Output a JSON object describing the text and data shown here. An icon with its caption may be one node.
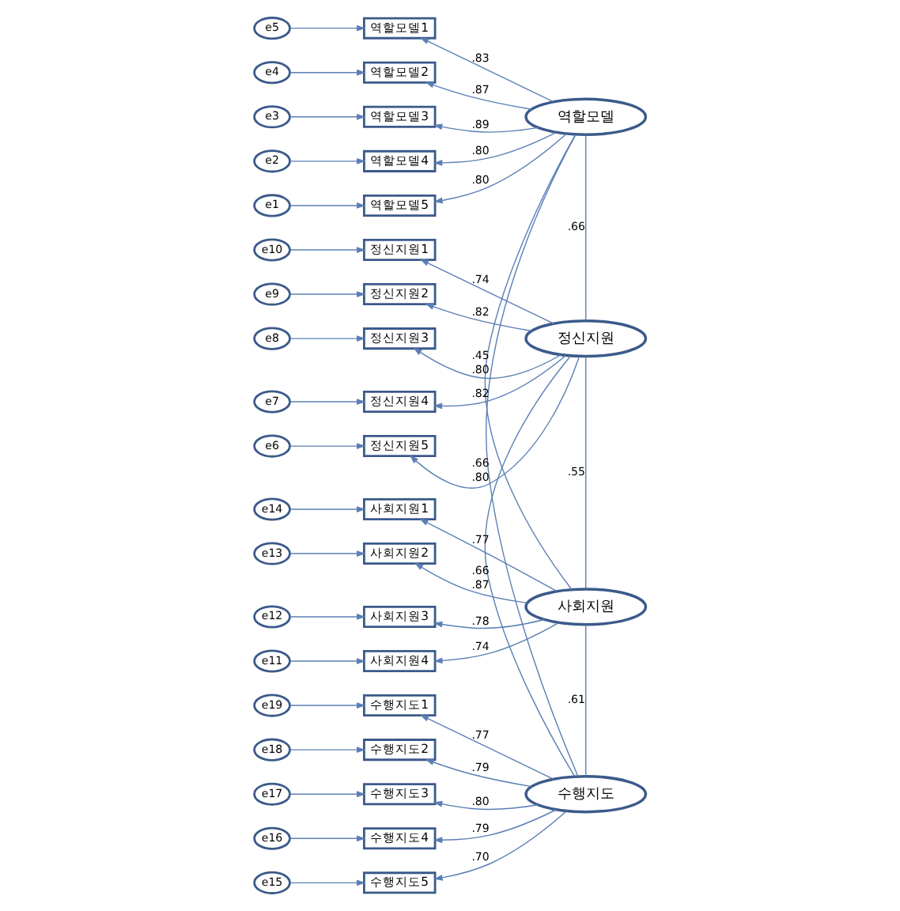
{
  "diagram": {
    "nodes": [
      {
        "text": [
          "e5"
        ]
      },
      {
        "text": [
          "역할모델1"
        ]
      },
      {
        "text": [
          "e4"
        ]
      },
      {
        "text": [
          "역할모델2"
        ]
      },
      {
        "text": [
          "e3"
        ]
      },
      {
        "text": [
          "역할모델3"
        ]
      },
      {
        "text": [
          "e2"
        ]
      },
      {
        "text": [
          "역할모델4"
        ]
      },
      {
        "text": [
          "e1"
        ]
      },
      {
        "text": [
          "역할모델5"
        ]
      },
      {
        "text": [
          "역할모델"
        ]
      },
      {
        "text": [
          "e10"
        ]
      },
      {
        "text": [
          "정신지원1"
        ]
      },
      {
        "text": [
          "e9"
        ]
      },
      {
        "text": [
          "정신지원2"
        ]
      },
      {
        "text": [
          "e8"
        ]
      },
      {
        "text": [
          "정신지원3"
        ]
      },
      {
        "text": [
          "e7"
        ]
      },
      {
        "text": [
          "정신지원4"
        ]
      },
      {
        "text": [
          "e6"
        ]
      },
      {
        "text": [
          "정신지원5"
        ]
      },
      {
        "text": [
          "정신지원"
        ]
      },
      {
        "text": [
          "e14"
        ]
      },
      {
        "text": [
          "사회지원1"
        ]
      },
      {
        "text": [
          "e13"
        ]
      },
      {
        "text": [
          "사회지원2"
        ]
      },
      {
        "text": [
          "e12"
        ]
      },
      {
        "text": [
          "사회지원3"
        ]
      },
      {
        "text": [
          "e11"
        ]
      },
      {
        "text": [
          "사회지원4"
        ]
      },
      {
        "text": [
          "사회지원"
        ]
      },
      {
        "text": [
          "e19"
        ]
      },
      {
        "text": [
          "수행지도1"
        ]
      },
      {
        "text": [
          "e18"
        ]
      },
      {
        "text": [
          "수행지도2"
        ]
      },
      {
        "text": [
          "e17"
        ]
      },
      {
        "text": [
          "수행지도3"
        ]
      },
      {
        "text": [
          "e16"
        ]
      },
      {
        "text": [
          "수행지도4"
        ]
      },
      {
        "text": [
          "e15"
        ]
      },
      {
        "text": [
          "수행지도5"
        ]
      },
      {
        "text": [
          "수행지도"
        ]
      }
    ],
    "edges": [
      {
        "from": 0,
        "to": 1,
        "arrow": "to"
      },
      {
        "from": 2,
        "to": 3,
        "arrow": "to"
      },
      {
        "from": 4,
        "to": 5,
        "arrow": "to"
      },
      {
        "from": 6,
        "to": 7,
        "arrow": "to"
      },
      {
        "from": 8,
        "to": 9,
        "arrow": "to"
      },
      {
        "from": 10,
        "to": 1,
        "arrow": "to",
        "label": ".83"
      },
      {
        "from": 10,
        "to": 3,
        "arrow": "to",
        "label": ".87"
      },
      {
        "from": 10,
        "to": 5,
        "arrow": "to",
        "label": ".89"
      },
      {
        "from": 10,
        "to": 7,
        "arrow": "to",
        "label": ".80"
      },
      {
        "from": 10,
        "to": 9,
        "arrow": "to",
        "label": ".80"
      },
      {
        "from": 11,
        "to": 12,
        "arrow": "to"
      },
      {
        "from": 13,
        "to": 14,
        "arrow": "to"
      },
      {
        "from": 15,
        "to": 16,
        "arrow": "to"
      },
      {
        "from": 17,
        "to": 18,
        "arrow": "to"
      },
      {
        "from": 19,
        "to": 20,
        "arrow": "to"
      },
      {
        "from": 21,
        "to": 12,
        "arrow": "to",
        "label": ".74"
      },
      {
        "from": 21,
        "to": 14,
        "arrow": "to",
        "label": ".82"
      },
      {
        "from": 21,
        "to": 16,
        "arrow": "to",
        "label": ".80"
      },
      {
        "from": 21,
        "to": 18,
        "arrow": "to",
        "label": ".82"
      },
      {
        "from": 21,
        "to": 20,
        "arrow": "to",
        "label": ".80"
      },
      {
        "from": 22,
        "to": 23,
        "arrow": "to"
      },
      {
        "from": 24,
        "to": 25,
        "arrow": "to"
      },
      {
        "from": 26,
        "to": 27,
        "arrow": "to"
      },
      {
        "from": 28,
        "to": 29,
        "arrow": "to"
      },
      {
        "from": 30,
        "to": 23,
        "arrow": "to",
        "label": ".77"
      },
      {
        "from": 30,
        "to": 25,
        "arrow": "to",
        "label": ".87"
      },
      {
        "from": 30,
        "to": 27,
        "arrow": "to",
        "label": ".78"
      },
      {
        "from": 30,
        "to": 29,
        "arrow": "to",
        "label": ".74"
      },
      {
        "from": 31,
        "to": 32,
        "arrow": "to"
      },
      {
        "from": 33,
        "to": 34,
        "arrow": "to"
      },
      {
        "from": 35,
        "to": 36,
        "arrow": "to"
      },
      {
        "from": 37,
        "to": 38,
        "arrow": "to"
      },
      {
        "from": 39,
        "to": 40,
        "arrow": "to"
      },
      {
        "from": 41,
        "to": 32,
        "arrow": "to",
        "label": ".77"
      },
      {
        "from": 41,
        "to": 34,
        "arrow": "to",
        "label": ".79"
      },
      {
        "from": 41,
        "to": 36,
        "arrow": "to",
        "label": ".80"
      },
      {
        "from": 41,
        "to": 38,
        "arrow": "to",
        "label": ".79"
      },
      {
        "from": 41,
        "to": 40,
        "arrow": "to",
        "label": ".70"
      },
      {
        "from": 10,
        "to": 21,
        "arrow": "none",
        "label": ".66"
      },
      {
        "from": 10,
        "to": 30,
        "arrow": "none",
        "label": ".45"
      },
      {
        "from": 10,
        "to": 41,
        "arrow": "none",
        "label": ".66"
      },
      {
        "from": 21,
        "to": 30,
        "arrow": "none",
        "label": ".55"
      },
      {
        "from": 21,
        "to": 41,
        "arrow": "none",
        "label": ".66"
      },
      {
        "from": 30,
        "to": 41,
        "arrow": "none",
        "label": ".61"
      }
    ]
  }
}
